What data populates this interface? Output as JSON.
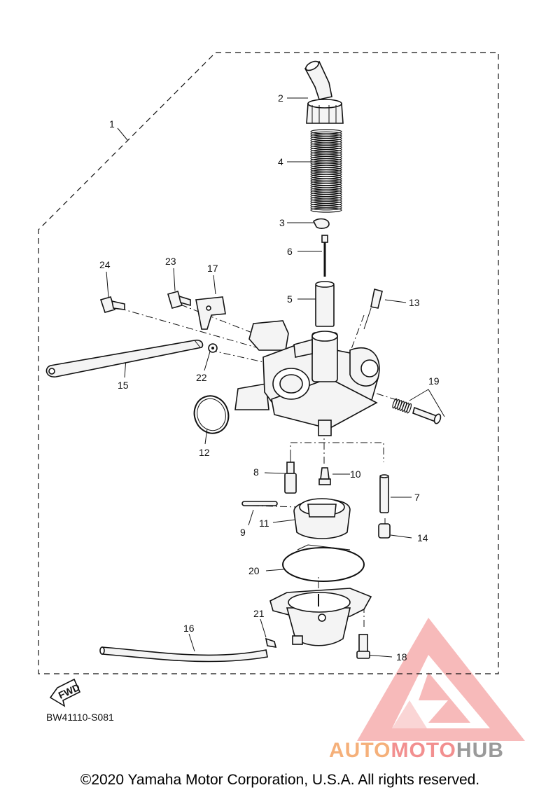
{
  "diagram": {
    "labels": {
      "p1": "1",
      "p2": "2",
      "p3": "3",
      "p4": "4",
      "p5": "5",
      "p6": "6",
      "p7": "7",
      "p8": "8",
      "p9": "9",
      "p10": "10",
      "p11": "11",
      "p12": "12",
      "p13": "13",
      "p14": "14",
      "p15": "15",
      "p16": "16",
      "p17": "17",
      "p18": "18",
      "p19": "19",
      "p20": "20",
      "p21": "21",
      "p22": "22",
      "p23": "23",
      "p24": "24"
    },
    "fwd_label": "FWD",
    "code": "BW41110-S081"
  },
  "watermark": {
    "part1": "AUTO",
    "part2": "MOTO",
    "part3": "HUB",
    "color_red": "#f28f8f",
    "color_orange": "#f5b07a",
    "color_gray": "#9a9a9a"
  },
  "footer": {
    "copyright": "©2020 Yamaha Motor Corporation, U.S.A. All rights reserved."
  }
}
